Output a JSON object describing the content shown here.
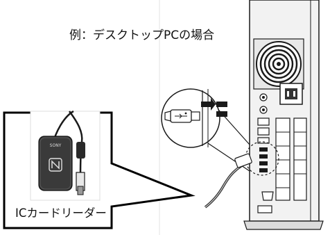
{
  "caption": "例：デスクトップPCの場合",
  "reader_label": "ICカードリーダー",
  "reader_brand": "SONY",
  "icons": [
    "desktop-pc-tower",
    "usb-plug",
    "usb-port",
    "ic-card-reader",
    "nfc-mark"
  ],
  "colors": {
    "line": "#1a1a1a",
    "tower": "#f2f2f2",
    "reader_body": "#3a3a3a"
  }
}
